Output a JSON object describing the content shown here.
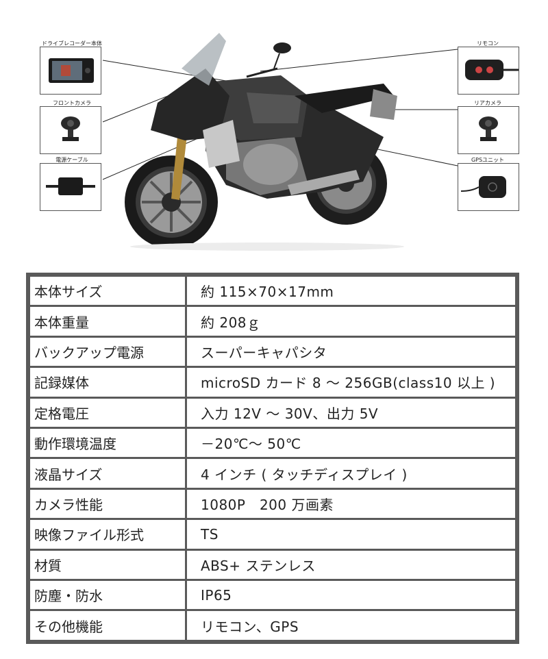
{
  "callouts": {
    "recorder_body": "ドライブレコーダー本体",
    "front_camera": "フロントカメラ",
    "power_cable": "電源ケーブル",
    "remote": "リモコン",
    "rear_camera": "リアカメラ",
    "gps_unit": "GPSユニット"
  },
  "specs": [
    {
      "label": "本体サイズ",
      "value": "約 115×70×17mm"
    },
    {
      "label": "本体重量",
      "value": "約 208ｇ"
    },
    {
      "label": "バックアップ電源",
      "value": "スーパーキャパシタ"
    },
    {
      "label": "記録媒体",
      "value": "microSD カード 8 ～ 256GB(class10 以上 )"
    },
    {
      "label": "定格電圧",
      "value": "入力 12V ～ 30V、出力 5V"
    },
    {
      "label": "動作環境温度",
      "value": "－20℃～ 50℃"
    },
    {
      "label": "液晶サイズ",
      "value": "4 インチ ( タッチディスプレイ )"
    },
    {
      "label": "カメラ性能",
      "value": "1080P　200 万画素"
    },
    {
      "label": "映像ファイル形式",
      "value": "TS"
    },
    {
      "label": "材質",
      "value": "ABS+ ステンレス"
    },
    {
      "label": "防塵・防水",
      "value": "IP65"
    },
    {
      "label": "その他機能",
      "value": "リモコン、GPS"
    }
  ]
}
